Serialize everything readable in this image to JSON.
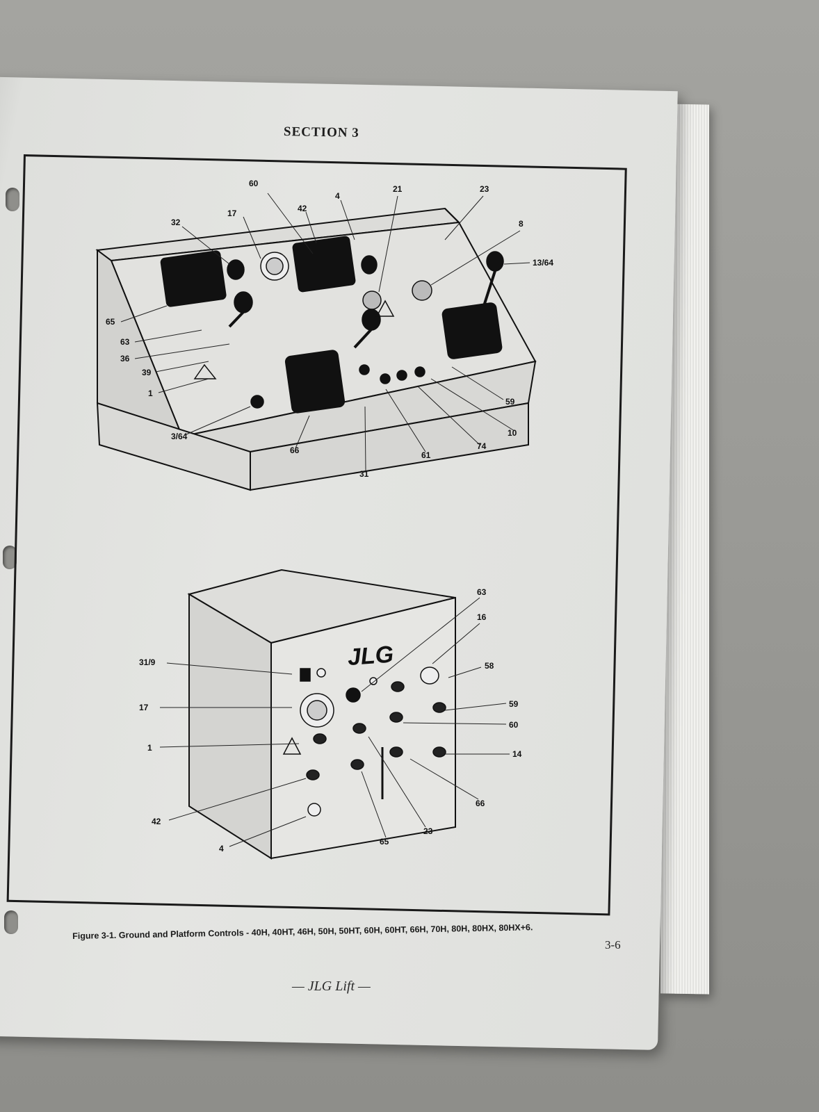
{
  "section_header": "SECTION 3",
  "callouts_top": [
    {
      "id": "c60a",
      "label": "60"
    },
    {
      "id": "c4a",
      "label": "4"
    },
    {
      "id": "c21",
      "label": "21"
    },
    {
      "id": "c23a",
      "label": "23"
    },
    {
      "id": "c42a",
      "label": "42"
    },
    {
      "id": "c17a",
      "label": "17"
    },
    {
      "id": "c32",
      "label": "32"
    },
    {
      "id": "c8",
      "label": "8"
    },
    {
      "id": "c1364",
      "label": "13/64"
    },
    {
      "id": "c65a",
      "label": "65"
    },
    {
      "id": "c63a",
      "label": "63"
    },
    {
      "id": "c36",
      "label": "36"
    },
    {
      "id": "c39",
      "label": "39"
    },
    {
      "id": "c1a",
      "label": "1"
    },
    {
      "id": "c59a",
      "label": "59"
    },
    {
      "id": "c10",
      "label": "10"
    },
    {
      "id": "c74",
      "label": "74"
    },
    {
      "id": "c61",
      "label": "61"
    },
    {
      "id": "c364",
      "label": "3/64"
    },
    {
      "id": "c66a",
      "label": "66"
    },
    {
      "id": "c31",
      "label": "31"
    }
  ],
  "callouts_bottom": [
    {
      "id": "d63",
      "label": "63"
    },
    {
      "id": "d16",
      "label": "16"
    },
    {
      "id": "d58",
      "label": "58"
    },
    {
      "id": "d319",
      "label": "31/9"
    },
    {
      "id": "d17",
      "label": "17"
    },
    {
      "id": "d59",
      "label": "59"
    },
    {
      "id": "d60",
      "label": "60"
    },
    {
      "id": "d1",
      "label": "1"
    },
    {
      "id": "d14",
      "label": "14"
    },
    {
      "id": "d66",
      "label": "66"
    },
    {
      "id": "d42",
      "label": "42"
    },
    {
      "id": "d23",
      "label": "23"
    },
    {
      "id": "d65",
      "label": "65"
    },
    {
      "id": "d4",
      "label": "4"
    }
  ],
  "logo_text": "JLG",
  "caption": "Figure 3-1.  Ground and Platform Controls - 40H, 40HT, 46H, 50H, 50HT, 60H, 60HT, 66H, 70H, 80H, 80HX, 80HX+6.",
  "page_number": "3-6",
  "footer": "— JLG Lift —"
}
